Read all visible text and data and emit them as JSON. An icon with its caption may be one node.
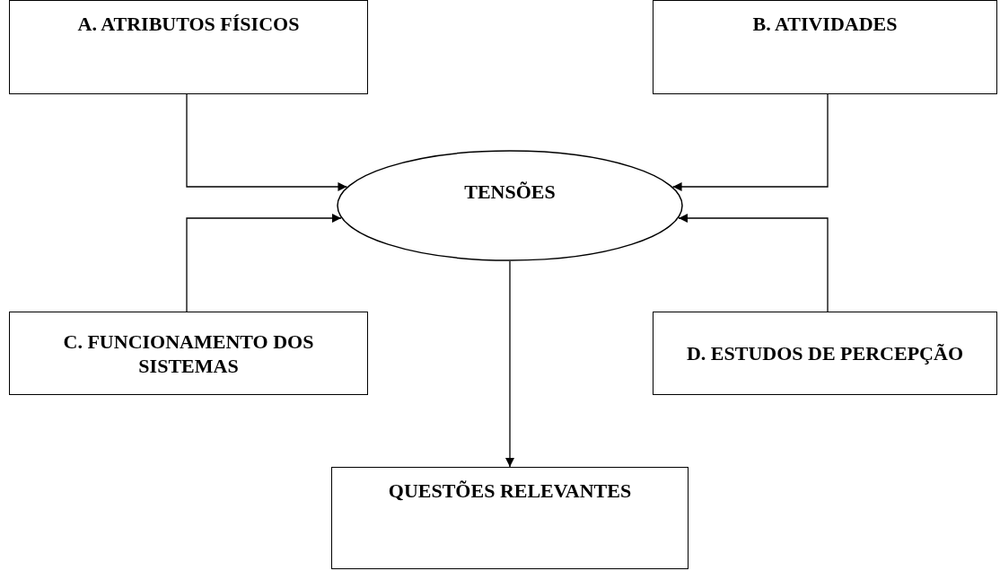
{
  "diagram": {
    "nodes": [
      {
        "text": [
          "A. ATRIBUTOS FÍSICOS"
        ]
      },
      {
        "text": [
          "B. ATIVIDADES"
        ]
      },
      {
        "text": [
          "TENSÕES"
        ]
      },
      {
        "text": [
          "C. FUNCIONAMENTO DOS SISTEMAS"
        ]
      },
      {
        "text": [
          "D. ESTUDOS DE PERCEPÇÃO"
        ]
      },
      {
        "text": [
          "QUESTÕES RELEVANTES"
        ]
      }
    ],
    "edges": [
      {
        "from": 0,
        "to": 2,
        "arrow": "to"
      },
      {
        "from": 1,
        "to": 2,
        "arrow": "to"
      },
      {
        "from": 3,
        "to": 2,
        "arrow": "to"
      },
      {
        "from": 4,
        "to": 2,
        "arrow": "to"
      },
      {
        "from": 2,
        "to": 5,
        "arrow": "to"
      }
    ]
  }
}
